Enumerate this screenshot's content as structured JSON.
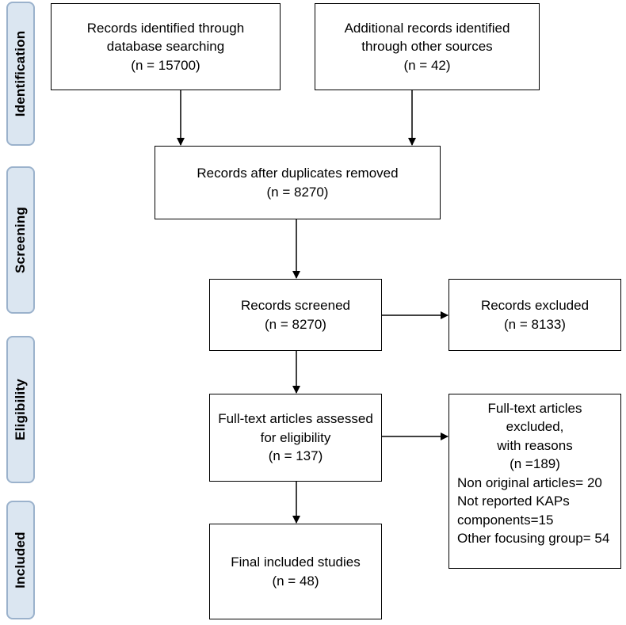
{
  "phases": {
    "identification": "Identification",
    "screening": "Screening",
    "eligibility": "Eligibility",
    "included": "Included"
  },
  "boxes": {
    "database": {
      "line1": "Records identified through",
      "line2": "database searching",
      "count": "(n = 15700)"
    },
    "other_sources": {
      "line1": "Additional records identified",
      "line2": "through other sources",
      "count": "(n = 42)"
    },
    "duplicates_removed": {
      "line1": "Records after duplicates removed",
      "count": "(n = 8270)"
    },
    "screened": {
      "line1": "Records screened",
      "count": "(n = 8270)"
    },
    "excluded": {
      "line1": "Records excluded",
      "count": "(n = 8133)"
    },
    "fulltext_assessed": {
      "line1": "Full-text articles assessed",
      "line2": "for eligibility",
      "count": "(n = 137)"
    },
    "fulltext_excluded": {
      "line1": "Full-text articles excluded,",
      "line2": "with reasons",
      "count": "(n =189)",
      "reasons": [
        "Non original articles= 20",
        "Not reported KAPs",
        "components=15",
        "Other focusing group= 54"
      ]
    },
    "included": {
      "line1": "Final included studies",
      "count": "(n = 48)"
    }
  }
}
